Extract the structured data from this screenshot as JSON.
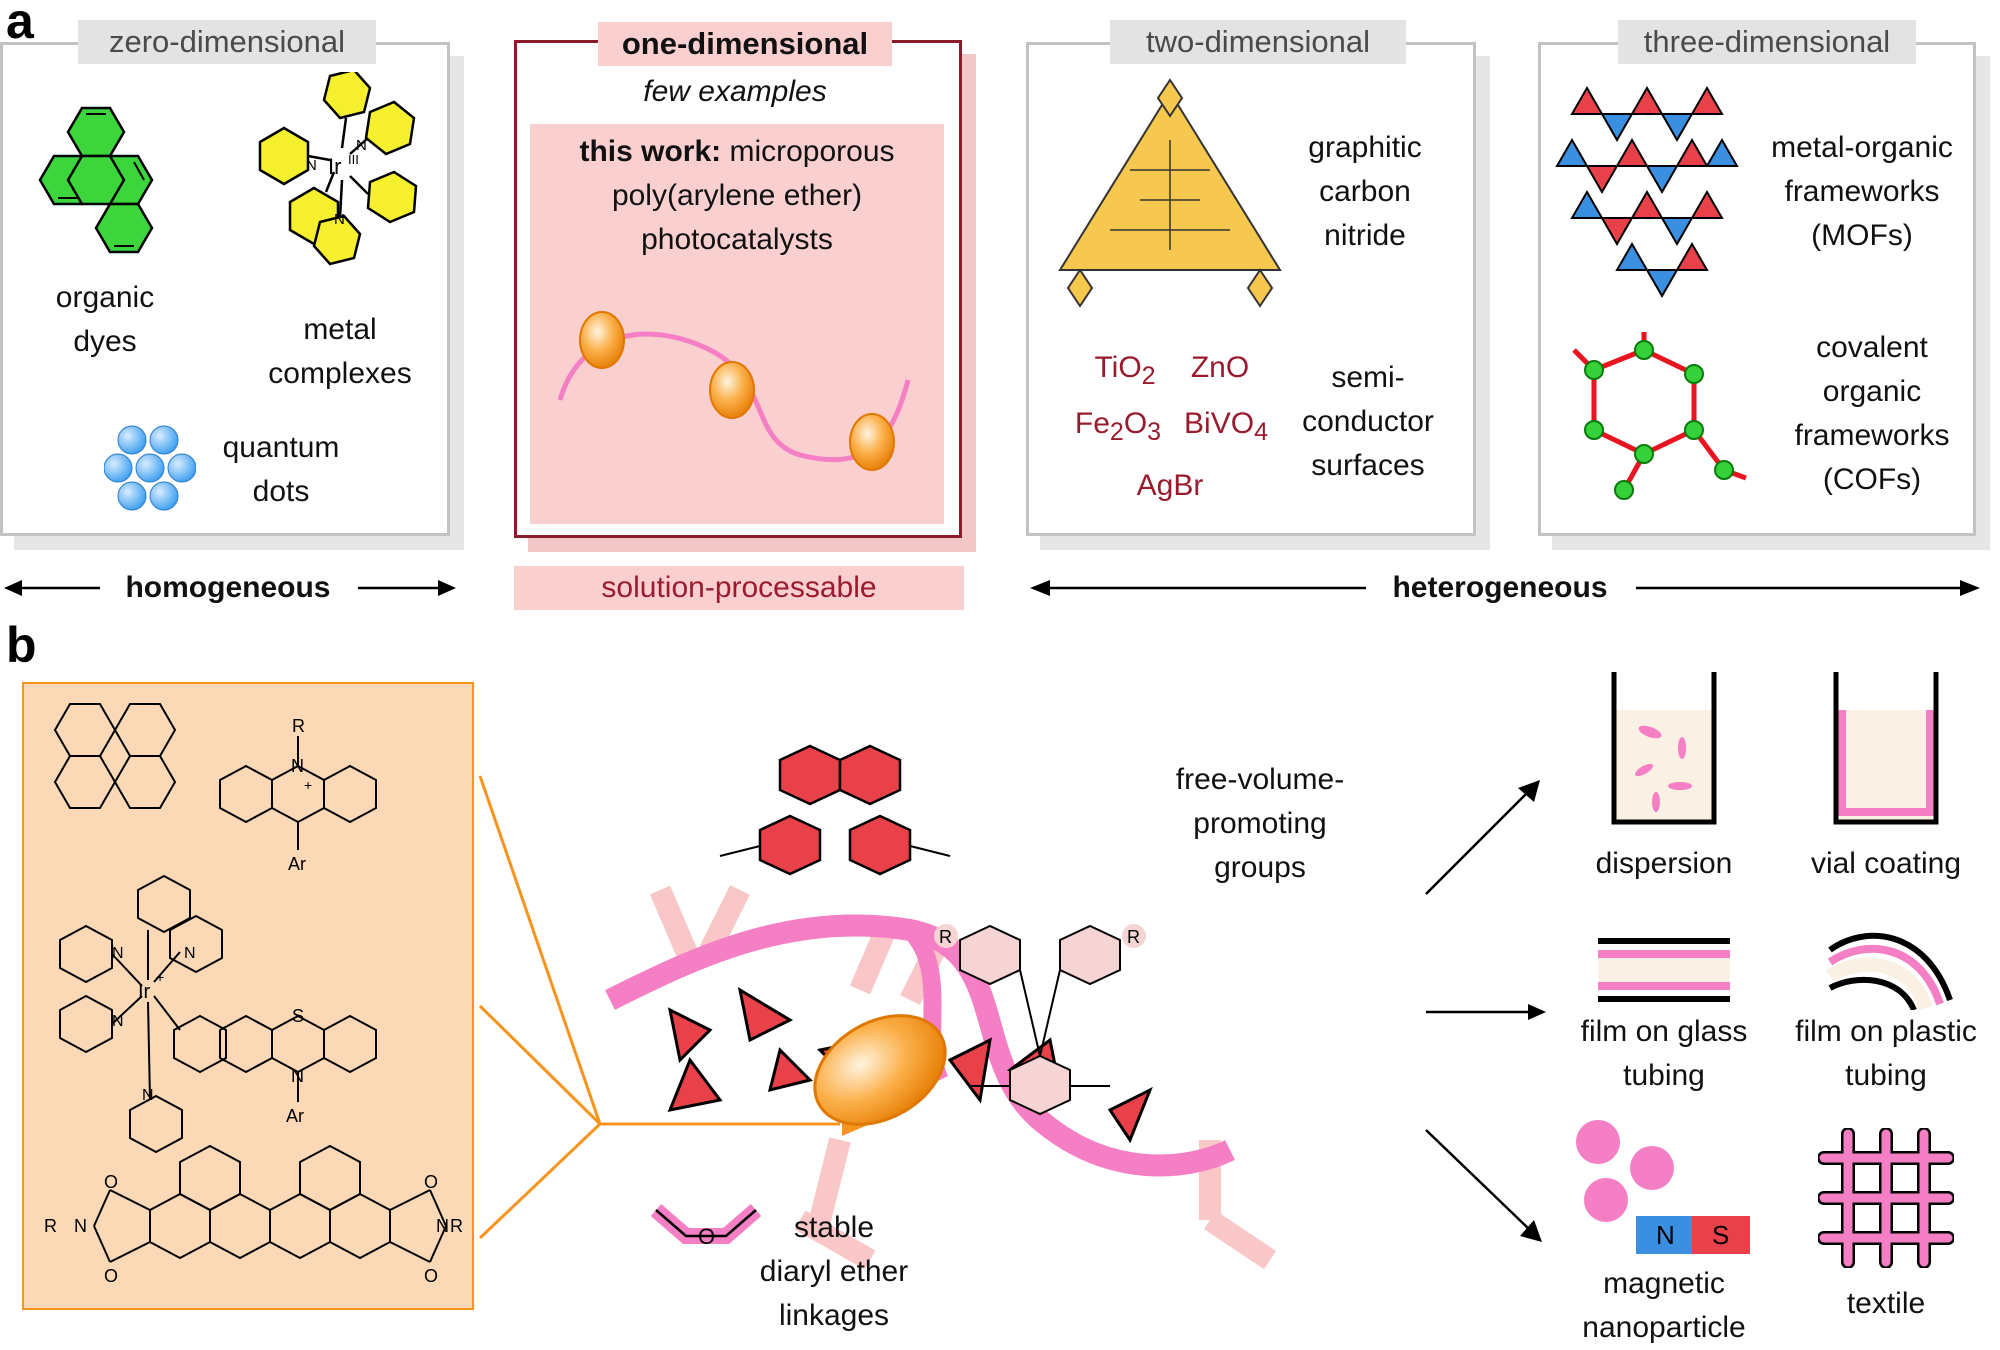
{
  "panel_a": {
    "letter": "a",
    "zero": {
      "tag": "zero-dimensional",
      "organic_dyes": [
        "organic",
        "dyes"
      ],
      "metal_complexes": [
        "metal",
        "complexes"
      ],
      "quantum_dots": [
        "quantum",
        "dots"
      ],
      "ir_label": "Ir",
      "ir_ox": "III",
      "n_label": "N"
    },
    "one": {
      "tag": "one-dimensional",
      "subtitle": "few examples",
      "this_work_bold": "this work:",
      "this_work_rest": " microporous",
      "line2": "poly(arylene ether)",
      "line3": "photocatalysts"
    },
    "two": {
      "tag": "two-dimensional",
      "carbon_nitride": [
        "graphitic",
        "carbon",
        "nitride"
      ],
      "semiconductor": [
        "semi-",
        "conductor",
        "surfaces"
      ],
      "oxides": {
        "tio2_base": "TiO",
        "tio2_sub": "2",
        "zno": "ZnO",
        "fe2o3_a": "Fe",
        "fe2o3_s1": "2",
        "fe2o3_b": "O",
        "fe2o3_s2": "3",
        "bivo4_base": "BiVO",
        "bivo4_sub": "4",
        "agbr": "AgBr"
      }
    },
    "three": {
      "tag": "three-dimensional",
      "mofs": [
        "metal-organic",
        "frameworks",
        "(MOFs)"
      ],
      "cofs": [
        "covalent",
        "organic",
        "frameworks",
        "(COFs)"
      ]
    },
    "bottom": {
      "homogeneous": "homogeneous",
      "solution": "solution-processable",
      "heterogeneous": "heterogeneous"
    }
  },
  "panel_b": {
    "letter": "b",
    "chem": {
      "R": "R",
      "N": "N",
      "S": "S",
      "O": "O",
      "Ar": "Ar",
      "Ir": "Ir",
      "plus": "+"
    },
    "free_volume": [
      "free-volume-",
      "promoting",
      "groups"
    ],
    "ether": [
      "stable",
      "diaryl ether",
      "linkages"
    ],
    "ether_O": "O",
    "applications": {
      "dispersion": "dispersion",
      "vial_coating": "vial coating",
      "film_glass": [
        "film on glass",
        "tubing"
      ],
      "film_plastic": [
        "film on plastic",
        "tubing"
      ],
      "magnetic": [
        "magnetic",
        "nanoparticle"
      ],
      "magnet_N": "N",
      "magnet_S": "S",
      "textile": "textile"
    }
  },
  "colors": {
    "accent_red": "#9a1b2d",
    "pink": "#f57fc4",
    "orange": "#f7941d",
    "grey_border": "#c3c3c3",
    "pink_box": "#f9cfcf"
  }
}
